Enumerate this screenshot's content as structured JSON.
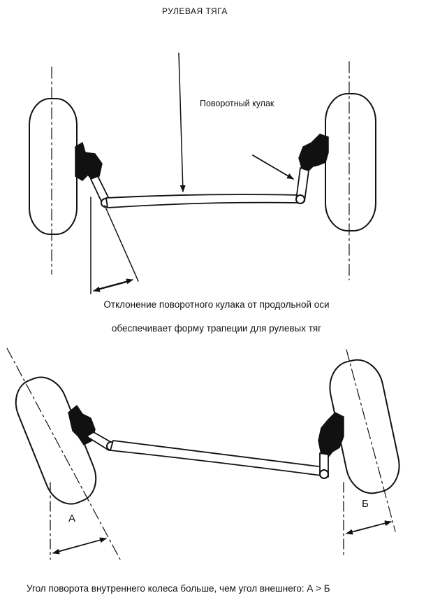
{
  "labels": {
    "tie_rod": "РУЛЕВАЯ ТЯГА",
    "steering_knuckle": "Поворотный кулак",
    "caption_line1": "Отклонение поворотного кулака от продольной оси",
    "caption_line2": "обеспечивает форму трапеции для рулевых тяг",
    "angle_a": "А",
    "angle_b": "Б",
    "caption_bottom": "Угол поворота внутреннего колеса больше, чем угол внешнего: А > Б"
  },
  "colors": {
    "ink": "#111111",
    "background": "#ffffff"
  }
}
